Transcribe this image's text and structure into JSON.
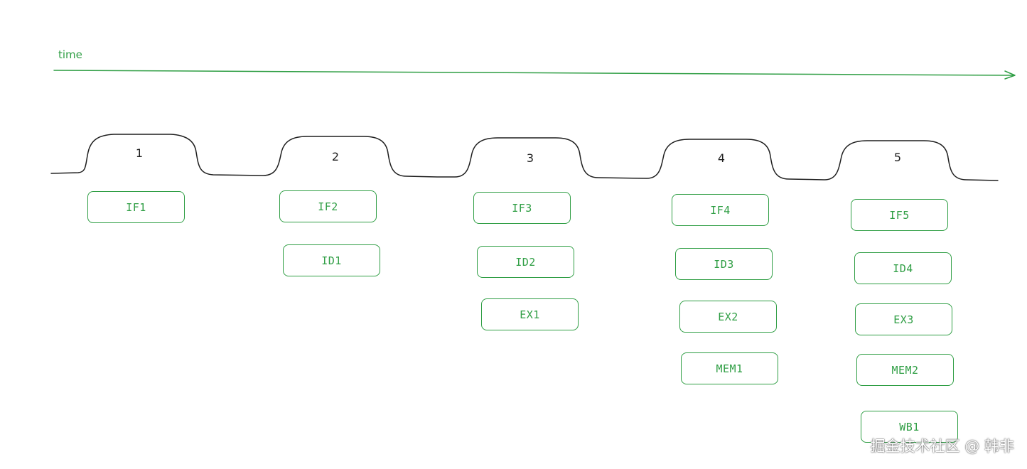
{
  "axis": {
    "label": "time"
  },
  "cycles": [
    "1",
    "2",
    "3",
    "4",
    "5"
  ],
  "stages": {
    "c1": [
      "IF1"
    ],
    "c2": [
      "IF2",
      "ID1"
    ],
    "c3": [
      "IF3",
      "ID2",
      "EX1"
    ],
    "c4": [
      "IF4",
      "ID3",
      "EX2",
      "MEM1"
    ],
    "c5": [
      "IF5",
      "ID4",
      "EX3",
      "MEM2",
      "WB1"
    ]
  },
  "watermark": "掘金技术社区 @ 韩非",
  "colors": {
    "accent": "#2f9e44",
    "stroke": "#1e1e1e",
    "background": "#ffffff"
  }
}
